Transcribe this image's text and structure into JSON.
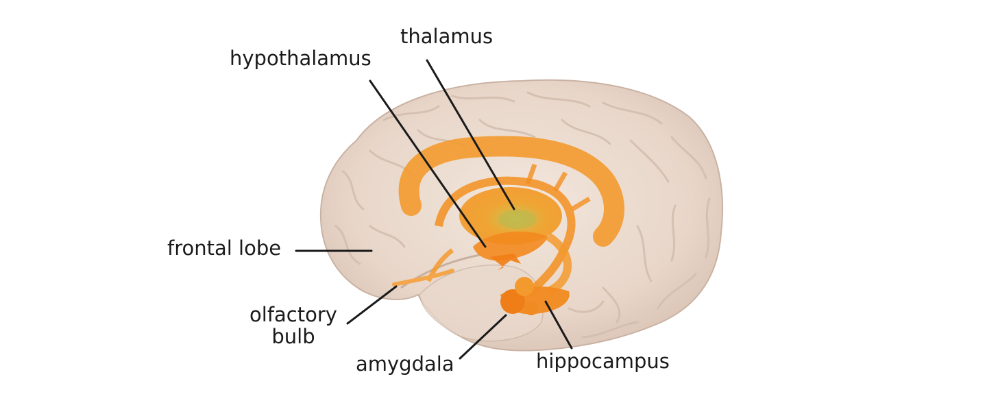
{
  "labels": {
    "thalamus": "thalamus",
    "hypothalamus": "hypothalamus",
    "frontal_lobe": "frontal lobe",
    "olfactory_line1": "olfactory",
    "olfactory_line2": "bulb",
    "amygdala": "amygdala",
    "hippocampus": "hippocampus"
  },
  "colors": {
    "background": "#ffffff",
    "brain_fill": "#ecdcd0",
    "limbic_fill": "#f39a2e",
    "leader_line": "#1a1a1a"
  }
}
